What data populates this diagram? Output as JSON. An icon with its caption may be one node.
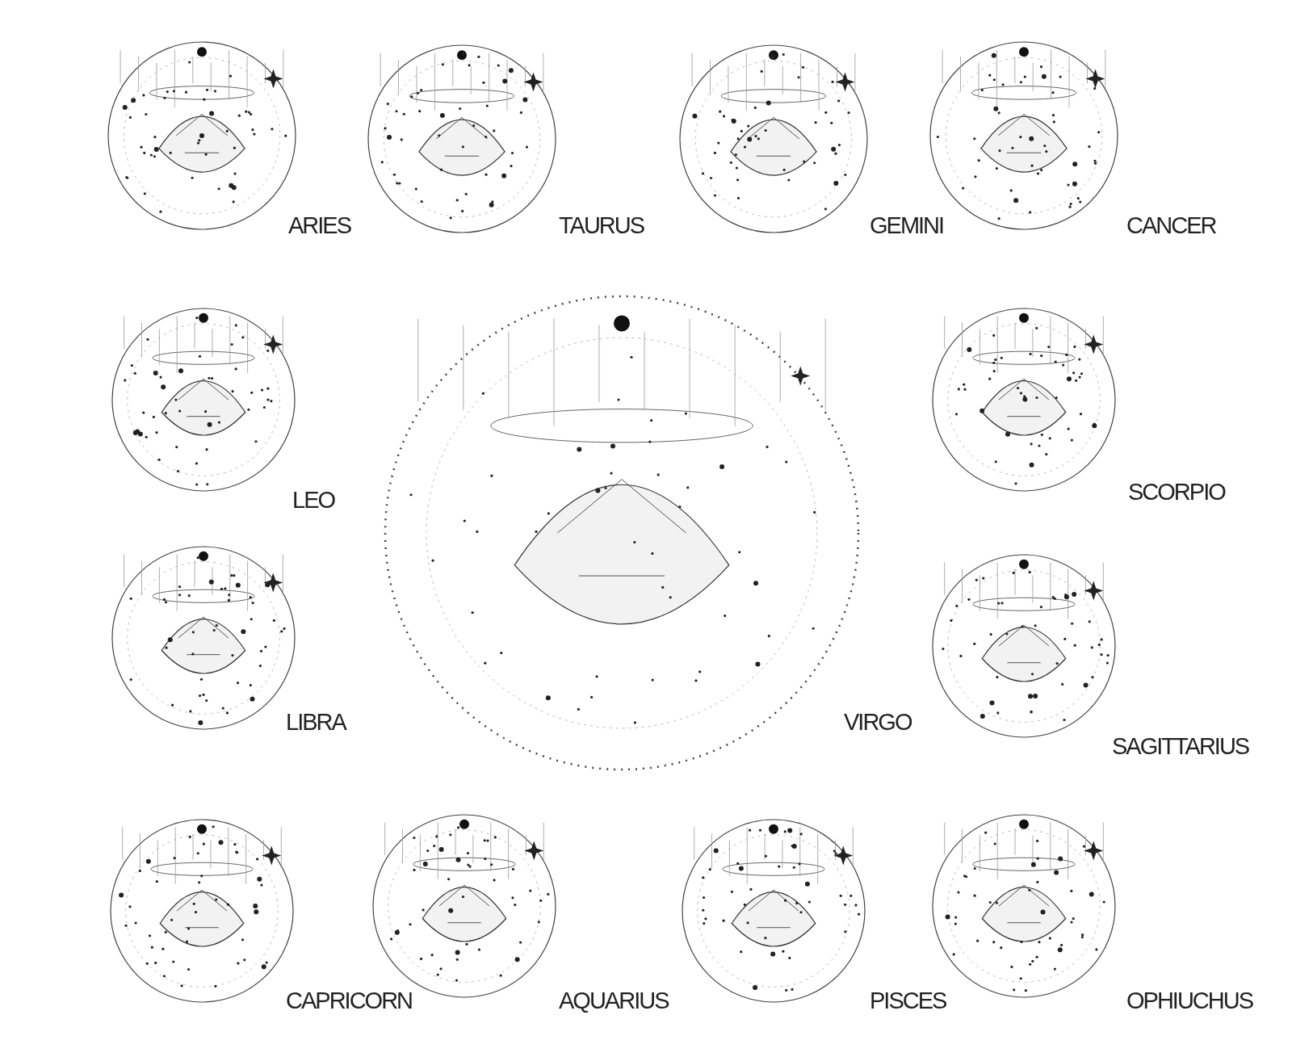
{
  "diagram": {
    "nodes": [
      {
        "text": [
          "ARIES"
        ]
      },
      {
        "text": [
          "TAURUS"
        ]
      },
      {
        "text": [
          "GEMINI"
        ]
      },
      {
        "text": [
          "CANCER"
        ]
      },
      {
        "text": [
          "LEO"
        ]
      },
      {
        "text": [
          "SCORPIO"
        ]
      },
      {
        "text": [
          "LIBRA"
        ]
      },
      {
        "text": [
          "VIRGO"
        ]
      },
      {
        "text": [
          "SAGITTARIUS"
        ]
      },
      {
        "text": [
          "CAPRICORN"
        ]
      },
      {
        "text": [
          "AQUARIUS"
        ]
      },
      {
        "text": [
          "PISCES"
        ]
      },
      {
        "text": [
          "OPHIUCHUS"
        ]
      }
    ]
  }
}
